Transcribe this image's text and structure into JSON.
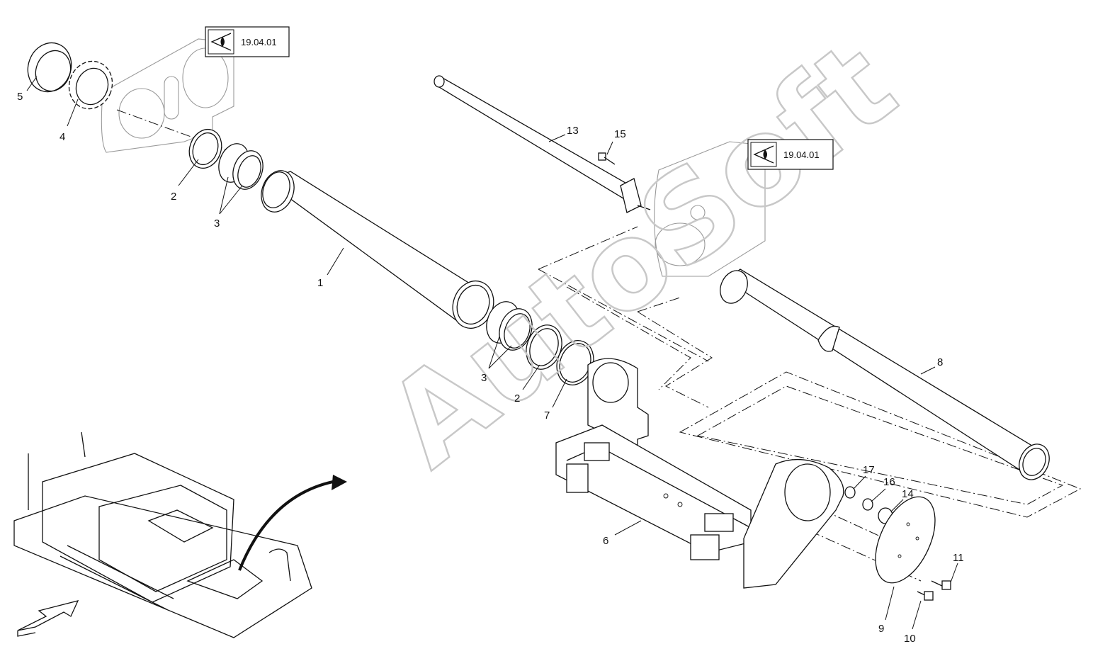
{
  "diagram": {
    "callouts": [
      {
        "id": "c1",
        "label": "1"
      },
      {
        "id": "c2a",
        "label": "2"
      },
      {
        "id": "c2b",
        "label": "2"
      },
      {
        "id": "c3a",
        "label": "3"
      },
      {
        "id": "c3b",
        "label": "3"
      },
      {
        "id": "c4",
        "label": "4"
      },
      {
        "id": "c5",
        "label": "5"
      },
      {
        "id": "c6",
        "label": "6"
      },
      {
        "id": "c7",
        "label": "7"
      },
      {
        "id": "c8",
        "label": "8"
      },
      {
        "id": "c9",
        "label": "9"
      },
      {
        "id": "c10",
        "label": "10"
      },
      {
        "id": "c11",
        "label": "11"
      },
      {
        "id": "c13",
        "label": "13"
      },
      {
        "id": "c14",
        "label": "14"
      },
      {
        "id": "c15",
        "label": "15"
      },
      {
        "id": "c16",
        "label": "16"
      },
      {
        "id": "c17",
        "label": "17"
      }
    ],
    "reference_boxes": [
      {
        "id": "ref-top",
        "label": "19.04.01",
        "icon": "view-eye-icon"
      },
      {
        "id": "ref-right",
        "label": "19.04.01",
        "icon": "view-eye-icon"
      }
    ],
    "watermark": "AutoSoft",
    "colors": {
      "line": "#111111",
      "ghost": "#9a9a9a",
      "watermark": "#c8c8c8",
      "background": "#ffffff"
    }
  }
}
